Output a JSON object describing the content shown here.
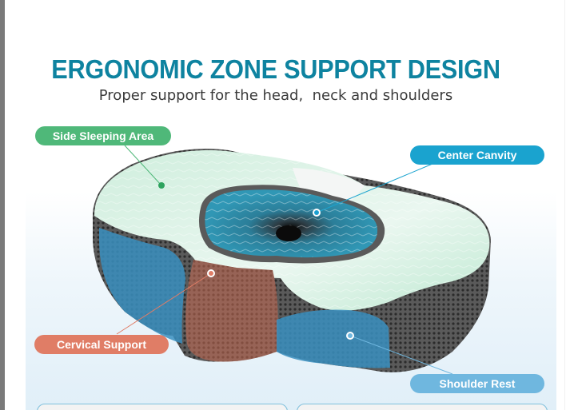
{
  "header": {
    "title": "ERGONOMIC ZONE SUPPORT DESIGN",
    "subtitle": "Proper support for the head,  neck and shoulders"
  },
  "callouts": [
    {
      "label": "Side Sleeping Area",
      "color": "#4fb879",
      "icon": "green-dot-marker"
    },
    {
      "label": "Center Canvity",
      "color": "#1aa3cf",
      "icon": "blue-dot-marker"
    },
    {
      "label": "Cervical Support",
      "color": "#e07d66",
      "icon": "orange-dot-marker"
    },
    {
      "label": "Shoulder Rest",
      "color": "#6fb7df",
      "icon": "lightblue-dot-marker"
    }
  ],
  "colors": {
    "title": "#0e83a0",
    "subtitle": "#3b3b3b",
    "side_zone": "#bfe9d2",
    "center_zone": "#2a8fae",
    "cervical_zone": "#c96a52",
    "shoulder_zone": "#3a8fbf",
    "mesh": "#555555"
  }
}
